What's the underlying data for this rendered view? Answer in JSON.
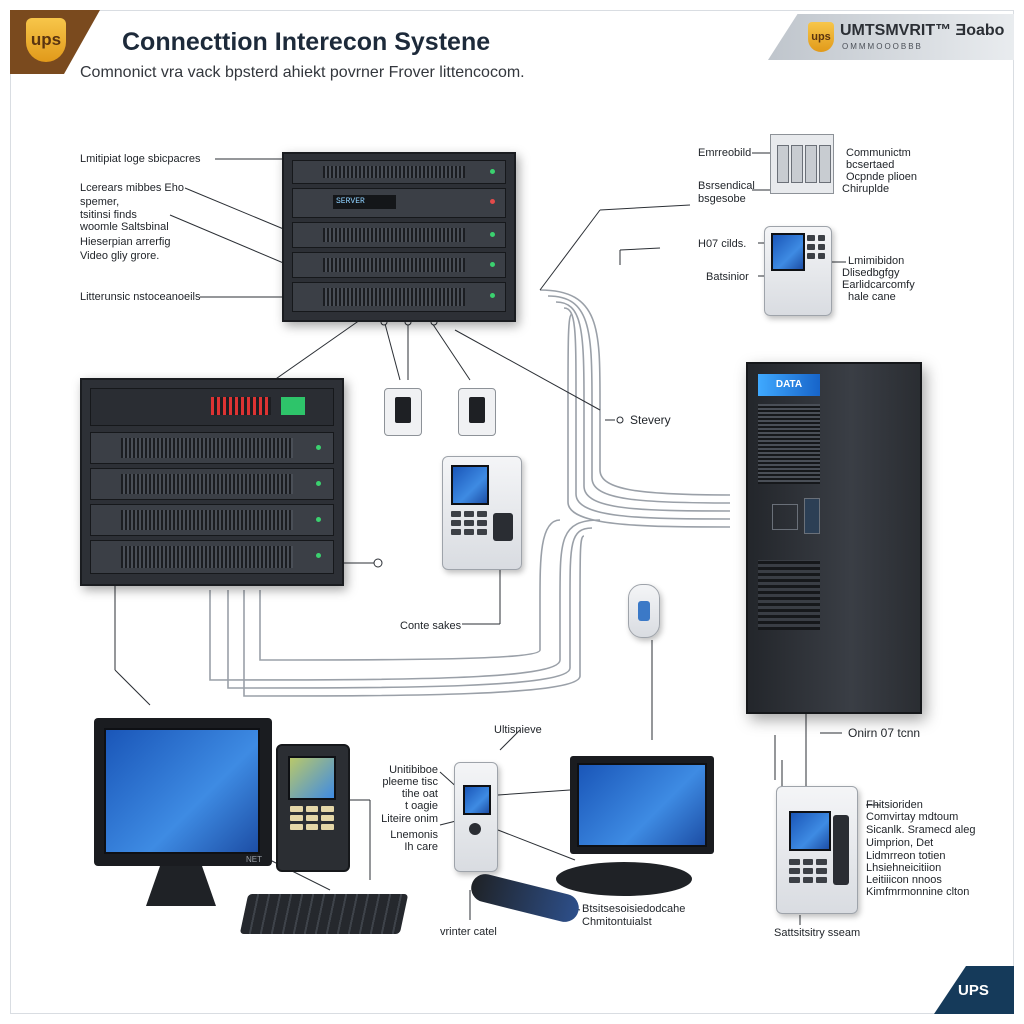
{
  "header": {
    "logo_text": "ups",
    "title": "Connecttion Interecon Systene",
    "subtitle": "Comnonict vra vack bpsterd ahiekt povrner Frover littencocom.",
    "banner_text": "UMTSMVRIT™ Ǝoabo",
    "banner_sub": "OMMMOOOBBB"
  },
  "labels": {
    "left_rack": [
      "Lmitipiat loge sbicpacres",
      "Lcerears mibbes Eho",
      "spemer,",
      "tsitinsi finds",
      "woomle Saltsbinal",
      "Hieserpian arrerfig",
      "Video gliy grore.",
      "Litterunsic nstoceanoeils"
    ],
    "top_right_switch": [
      "Emrreobild",
      "Bsrsendical",
      "bsgesobe"
    ],
    "top_right_switch_right": [
      "Communictm",
      "bcsertaed",
      "Ocpnde plioen",
      "Chiruplde"
    ],
    "hub_left": [
      "H07 cilds.",
      "Batsinior"
    ],
    "hub_right": [
      "Lmimibidon",
      "Dlisedbgfgy",
      "Earlidcarcomfy",
      "hale cane"
    ],
    "stevery": "Stevery",
    "conte_sakes": "Conte sakes",
    "ultisnieve": "Ultisnieve",
    "onirn_label": "Onirn 07 tcnn",
    "center_left": [
      "Unitibiboe",
      "pleeme tisc",
      "tihe oat",
      "t oagie",
      "Liteire onim",
      "Lnemonis",
      "Ih care"
    ],
    "center_bottom": [
      "Btsitsesoisiedodcahe",
      "Chmitontuialst"
    ],
    "writer_catel": "vrinter catel",
    "right_bottom": [
      "Fhitsioriden",
      "Comvirtay mdtoum",
      "Sicanlk. Sramecd aleg",
      "Uimprion, Det",
      "Lidmrreon totien",
      "Lhsiehneicitiion",
      "Leitiiicon nnoos",
      "Kimfmrmonnine clton"
    ],
    "sattsitry": "Sattsitsitry sseam",
    "corner_logo": "UPS"
  },
  "device_screens": {
    "rack_display": "SERVER",
    "tower_badge": "DATA",
    "monitor_brand": "NET"
  },
  "colors": {
    "accent_brown": "#7a4a1e",
    "ups_gold": "#e19a1a",
    "screen_blue": "#2f7fe0",
    "rack_dark": "#2d3036",
    "corner_navy": "#153a5a"
  }
}
